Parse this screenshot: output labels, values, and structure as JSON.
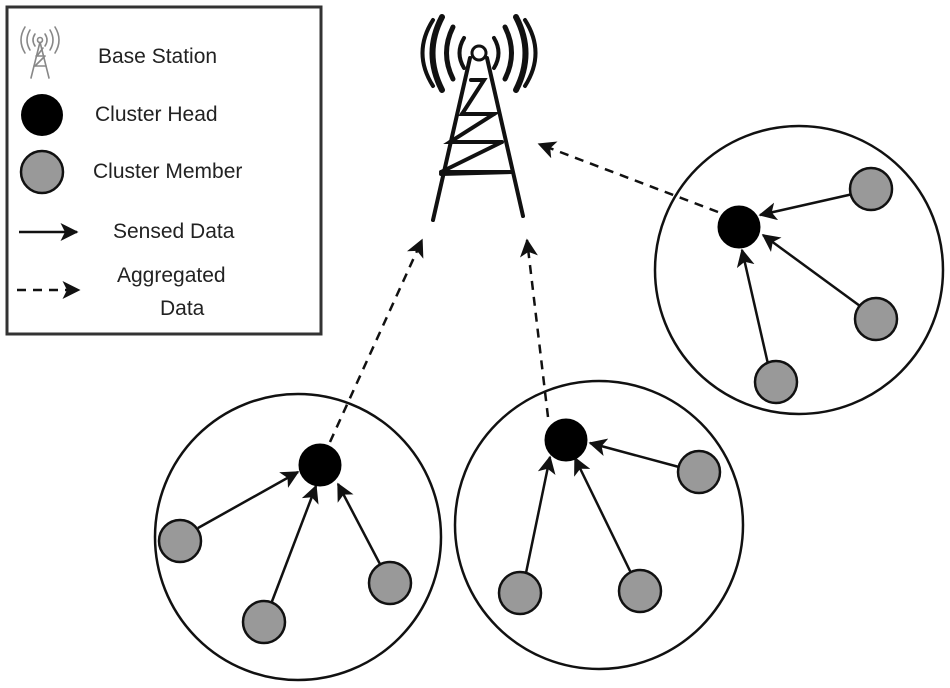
{
  "legend": {
    "base_station_label": "Base Station",
    "cluster_head_label": "Cluster Head",
    "cluster_member_label": "Cluster Member",
    "sensed_data_label": "Sensed Data",
    "aggregated_data_label_line1": "Aggregated",
    "aggregated_data_label_line2": "Data"
  },
  "colors": {
    "cluster_head": "#000000",
    "cluster_member": "#999999",
    "outline": "#111111",
    "legend_icon": "#888888"
  },
  "icons": {
    "base_station": "radio-tower-icon",
    "sensed_data": "solid-arrow-icon",
    "aggregated_data": "dashed-arrow-icon"
  }
}
